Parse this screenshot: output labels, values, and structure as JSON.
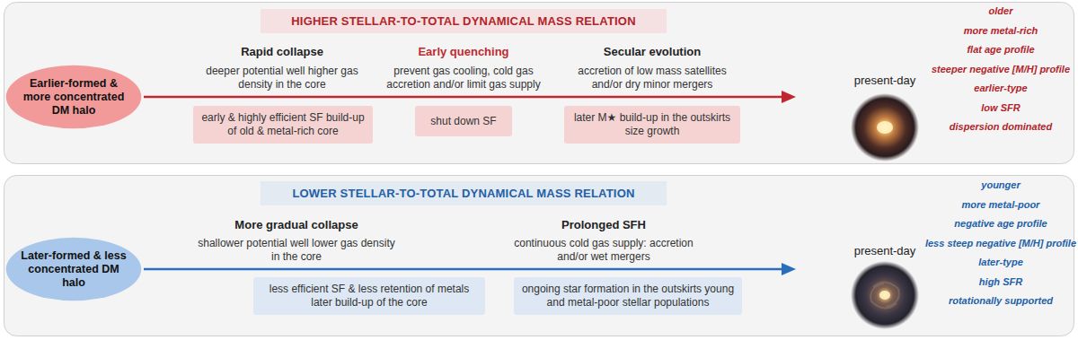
{
  "diagram": {
    "nodes": [
      {
        "text": [
          "HIGHER STELLAR-TO-TOTAL DYNAMICAL MASS RELATION"
        ]
      },
      {
        "text": [
          "Earlier-formed & more concentrated DM halo"
        ],
        "in": 0
      },
      {
        "text": [
          "early & highly efficient SF build-up of old & metal-rich core"
        ],
        "in": 0
      },
      {
        "text": [
          "shut down SF"
        ],
        "in": 0
      },
      {
        "text": [
          "later M★ build-up in the outskirts size growth"
        ],
        "in": 0
      },
      {
        "text": [
          "LOWER STELLAR-TO-TOTAL DYNAMICAL MASS RELATION"
        ]
      },
      {
        "text": [
          "Later-formed & less concentrated DM halo"
        ],
        "in": 5
      },
      {
        "text": [
          "less efficient SF & less retention of metals later build-up of the core"
        ],
        "in": 5
      },
      {
        "text": [
          "ongoing star formation in the outskirts young and metal-poor stellar populations"
        ],
        "in": 5
      }
    ],
    "labels": [
      "Rapid collapse",
      "deeper potential well higher gas density in the core",
      "Early quenching",
      "prevent gas cooling, cold gas accretion and/or limit gas supply",
      "Secular evolution",
      "accretion of low mass satellites and/or dry minor mergers",
      "present-day",
      "older",
      "more metal-rich",
      "flat age profile",
      "steeper negative [M/H] profile",
      "earlier-type",
      "low SFR",
      "dispersion dominated",
      "More gradual collapse",
      "shallower potential well lower gas density in the core",
      "Prolonged SFH",
      "continuous cold gas supply: accretion and/or wet mergers",
      "present-day",
      "younger",
      "more metal-poor",
      "negative age profile",
      "less steep negative [M/H] profile",
      "later-type",
      "high SFR",
      "rotationally supported"
    ]
  }
}
